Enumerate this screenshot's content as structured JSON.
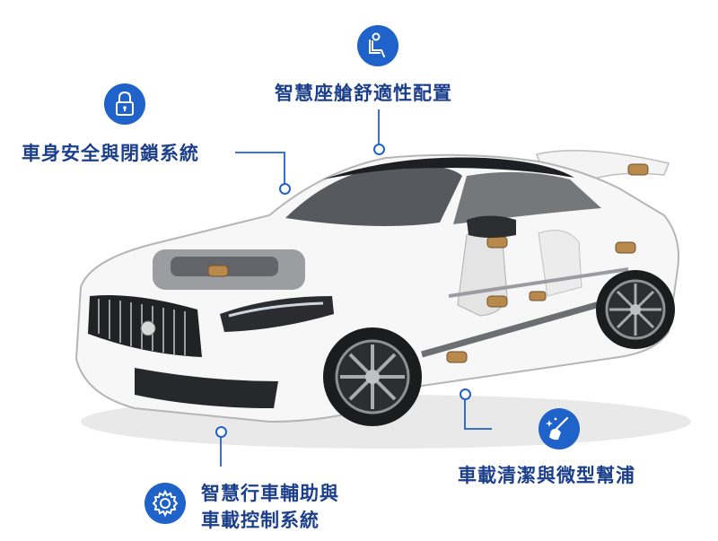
{
  "features": {
    "comfort": {
      "label": "智慧座艙舒適性配置",
      "icon": "seat-person-icon"
    },
    "security": {
      "label": "車身安全與閉鎖系統",
      "icon": "padlock-icon"
    },
    "driving": {
      "label_line1": "智慧行車輔助與",
      "label_line2": "車載控制系統",
      "icon": "gear-icon"
    },
    "cleaning": {
      "label": "車載清潔與微型幫浦",
      "icon": "sparkle-brush-icon"
    }
  },
  "colors": {
    "accent": "#1f62c9",
    "text": "#1c3f8c",
    "motor": "#b8894a"
  }
}
